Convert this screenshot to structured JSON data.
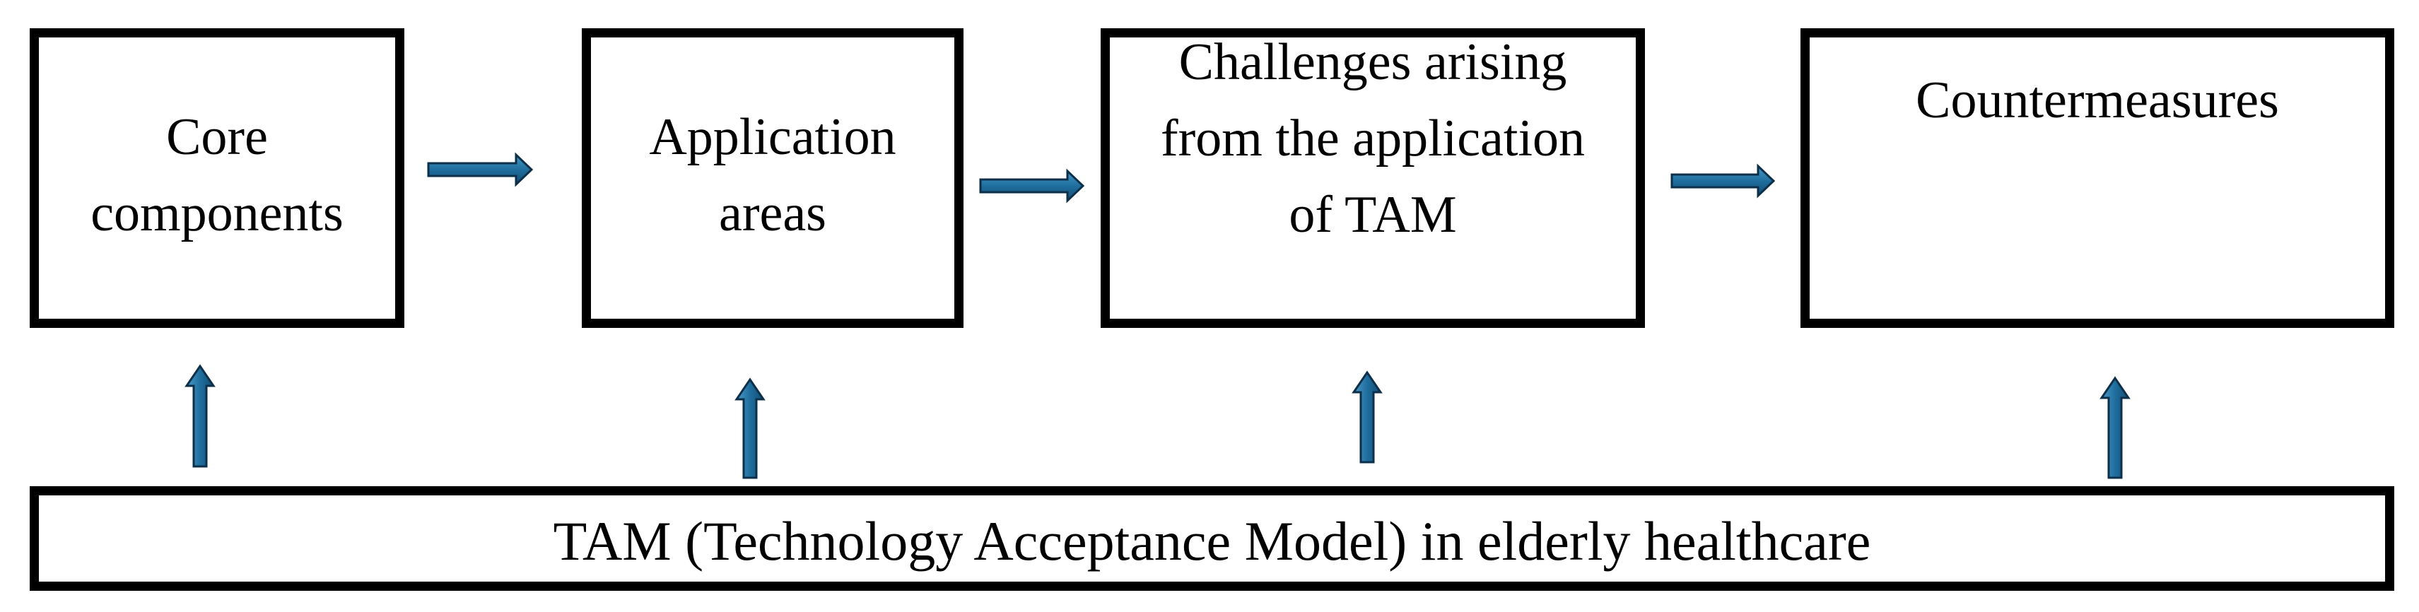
{
  "diagram": {
    "boxes": {
      "core": "Core\ncomponents",
      "areas": "Application\nareas",
      "challenges": "Challenges arising\nfrom the application\nof TAM",
      "countermeasures": "Countermeasures"
    },
    "base": "TAM (Technology Acceptance Model) in elderly healthcare"
  },
  "colors": {
    "box_border": "#000000",
    "arrow_fill": "#1f6e9e",
    "arrow_outline": "#0d2f4a"
  }
}
